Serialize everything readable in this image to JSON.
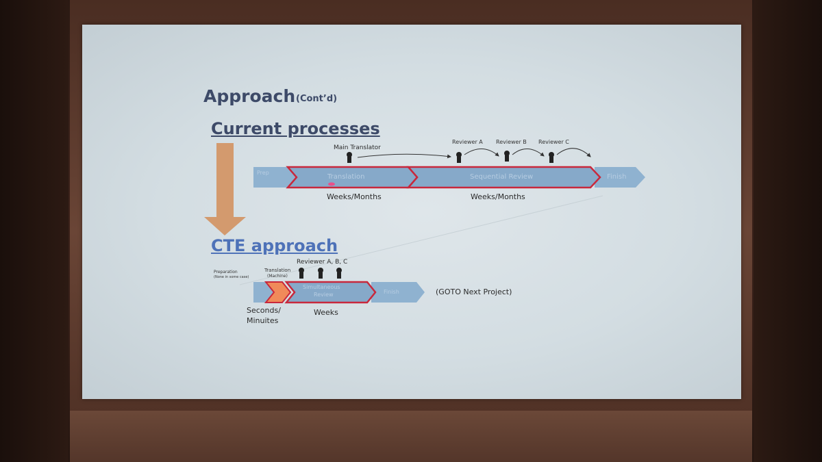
{
  "slide": {
    "title": "Approach",
    "title_suffix": "(Cont’d)",
    "current_heading": "Current processes",
    "cte_heading": "CTE approach",
    "current": {
      "main_translator": "Main Translator",
      "reviewer_a": "Reviewer A",
      "reviewer_b": "Reviewer B",
      "reviewer_c": "Reviewer C",
      "step_prep": "Prep",
      "step_translation": "Translation",
      "step_review": "Sequential Review",
      "step_finish": "Finish",
      "duration_translation": "Weeks/Months",
      "duration_review": "Weeks/Months"
    },
    "cte": {
      "preparation_label": "Preparation",
      "preparation_note": "(None in some case)",
      "translation_label": "Translation",
      "translation_note": "(Machine)",
      "reviewers": "Reviewer A, B, C",
      "step_review_line1": "Simultaneous",
      "step_review_line2": "Review",
      "step_finish": "Finish",
      "next": "(GOTO Next Project)",
      "duration_machine_line1": "Seconds/",
      "duration_machine_line2": "Minuites",
      "duration_review": "Weeks"
    }
  },
  "colors": {
    "arrow_blue": "#8fb2d0",
    "outline_red": "#c8283c",
    "big_arrow": "#d39a6e",
    "heading_dark": "#3d4a68",
    "heading_blue": "#4e72b8"
  }
}
